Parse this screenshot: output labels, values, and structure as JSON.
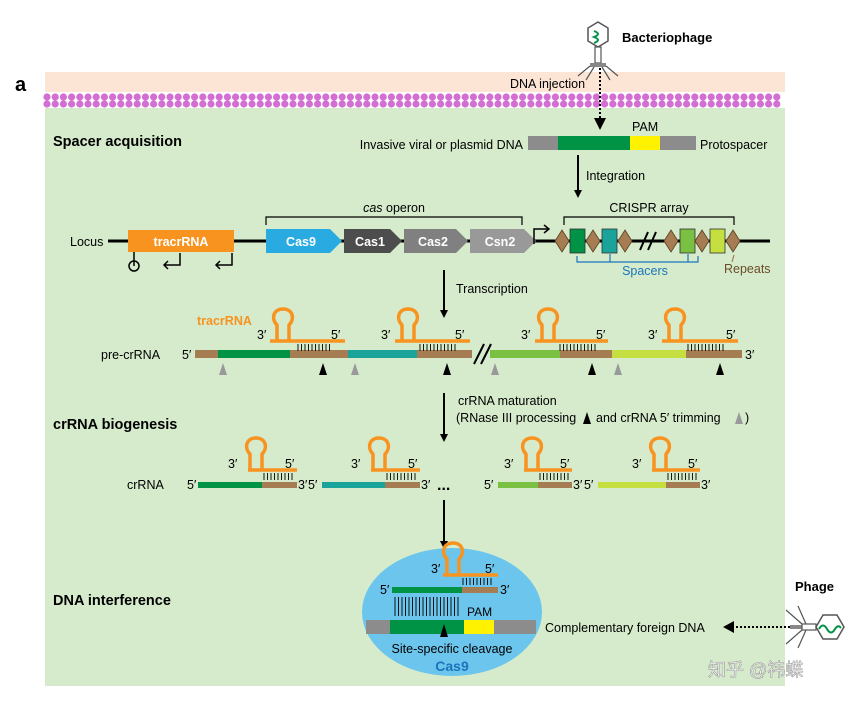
{
  "panel_label": "a",
  "bacteriophage_label": "Bacteriophage",
  "dna_injection_label": "DNA injection",
  "sections": {
    "spacer_acquisition": "Spacer acquisition",
    "crrna_biogenesis": "crRNA biogenesis",
    "dna_interference": "DNA interference"
  },
  "invasive_dna": {
    "label": "Invasive viral or plasmid DNA",
    "pam": "PAM",
    "protospacer": "Protospacer"
  },
  "integration_label": "Integration",
  "locus": {
    "label": "Locus",
    "tracrrna": "tracrRNA",
    "cas_operon_italic": "cas",
    "cas_operon_rest": " operon",
    "genes": [
      "Cas9",
      "Cas1",
      "Cas2",
      "Csn2"
    ],
    "crispr_array": "CRISPR array",
    "spacers": "Spacers",
    "repeats": "Repeats"
  },
  "transcription_label": "Transcription",
  "pre_crrna": {
    "label": "pre-crRNA",
    "tracr_label": "tracrRNA",
    "five_prime": "5′",
    "three_prime": "3′"
  },
  "maturation": {
    "line1": "crRNA maturation",
    "line2_a": "(RNase III processing",
    "line2_b": "and crRNA 5′ trimming",
    "line2_c": ")"
  },
  "crrna": {
    "label": "crRNA",
    "five_prime": "5′",
    "three_prime": "3′",
    "ellipsis": "..."
  },
  "interference": {
    "pam": "PAM",
    "cleavage": "Site-specific cleavage",
    "cas9": "Cas9",
    "foreign_dna": "Complementary foreign DNA",
    "phage": "Phage"
  },
  "watermark": "知乎 @祎蝶",
  "colors": {
    "membrane_band": "#fde5d6",
    "panel_bg": "#d6ebcc",
    "lipid": "#d36fd3",
    "tracr_orange": "#f7931e",
    "cas9_blue": "#29abe2",
    "cas1": "#4d4d4d",
    "cas2": "#808080",
    "csn2": "#999999",
    "repeat_brown": "#a67c52",
    "spacer1": "#009245",
    "spacer2": "#1aa39a",
    "spacer3": "#7ac143",
    "spacer4": "#c4df3f",
    "pam_yellow": "#fff200",
    "ellipse_blue": "#6cc5ec",
    "spacers_text": "#1b75bc"
  }
}
